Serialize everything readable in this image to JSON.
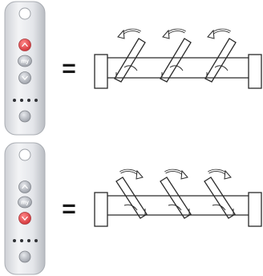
{
  "rows": [
    {
      "remote": {
        "buttons": [
          {
            "name": "up-button",
            "label": "",
            "active": true
          },
          {
            "name": "my-button",
            "label": "my",
            "active": false
          },
          {
            "name": "down-button",
            "label": "",
            "active": false
          }
        ]
      },
      "equals": "=",
      "slat_tilt": "left",
      "arrow_direction": "left"
    },
    {
      "remote": {
        "buttons": [
          {
            "name": "up-button",
            "label": "",
            "active": false
          },
          {
            "name": "my-button",
            "label": "my",
            "active": false
          },
          {
            "name": "down-button",
            "label": "",
            "active": true
          }
        ]
      },
      "equals": "=",
      "slat_tilt": "right",
      "arrow_direction": "right"
    }
  ],
  "colors": {
    "remote_body": "#e6e7ea",
    "button_gray": "#b8bcc3",
    "button_active": "#e2454a",
    "line": "#2a2a2a",
    "arrow_fill": "#ffffff"
  }
}
